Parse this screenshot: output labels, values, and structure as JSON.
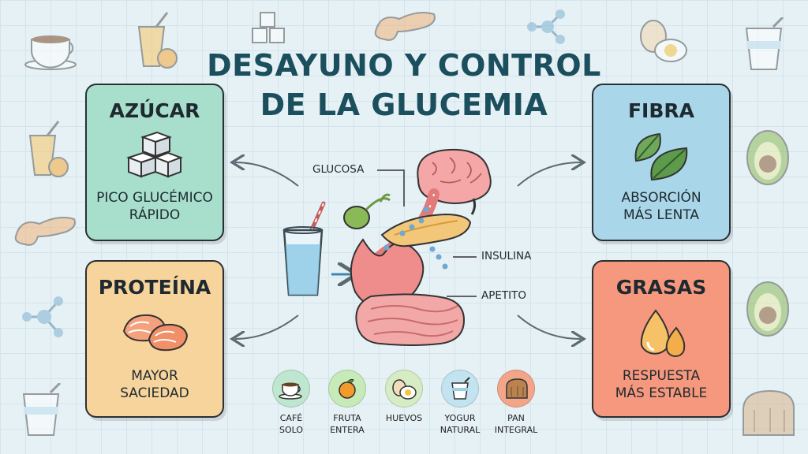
{
  "title_line1": "DESAYUNO Y CONTROL",
  "title_line2": "DE LA GLUCEMIA",
  "cards": {
    "azucar": {
      "title": "AZÚCAR",
      "line1": "PICO GLUCÉMICO",
      "line2": "RÁPIDO"
    },
    "proteina": {
      "title": "PROTEÍNA",
      "line1": "MAYOR",
      "line2": "SACIEDAD"
    },
    "fibra": {
      "title": "FIBRA",
      "line1": "ABSORCIÓN",
      "line2": "MÁS LENTA"
    },
    "grasas": {
      "title": "GRASAS",
      "line1": "RESPUESTA",
      "line2": "MÁS ESTABLE"
    }
  },
  "labels": {
    "glucosa": "GLUCOSA",
    "insulina": "INSULINA",
    "apetito": "APETITO"
  },
  "foods": [
    {
      "line1": "CAFÉ",
      "line2": "SOLO",
      "icon": "coffee-cup-icon"
    },
    {
      "line1": "FRUTA",
      "line2": "ENTERA",
      "icon": "orange-icon"
    },
    {
      "line1": "HUEVOS",
      "line2": "",
      "icon": "egg-icon"
    },
    {
      "line1": "YOGUR",
      "line2": "NATURAL",
      "icon": "yogurt-icon"
    },
    {
      "line1": "PAN",
      "line2": "INTEGRAL",
      "icon": "bread-icon"
    }
  ],
  "colors": {
    "azucar": "#a8dfcc",
    "proteina": "#f7d49c",
    "fibra": "#a9d6e8",
    "grasas": "#f6987e",
    "title": "#1c4f5e"
  }
}
